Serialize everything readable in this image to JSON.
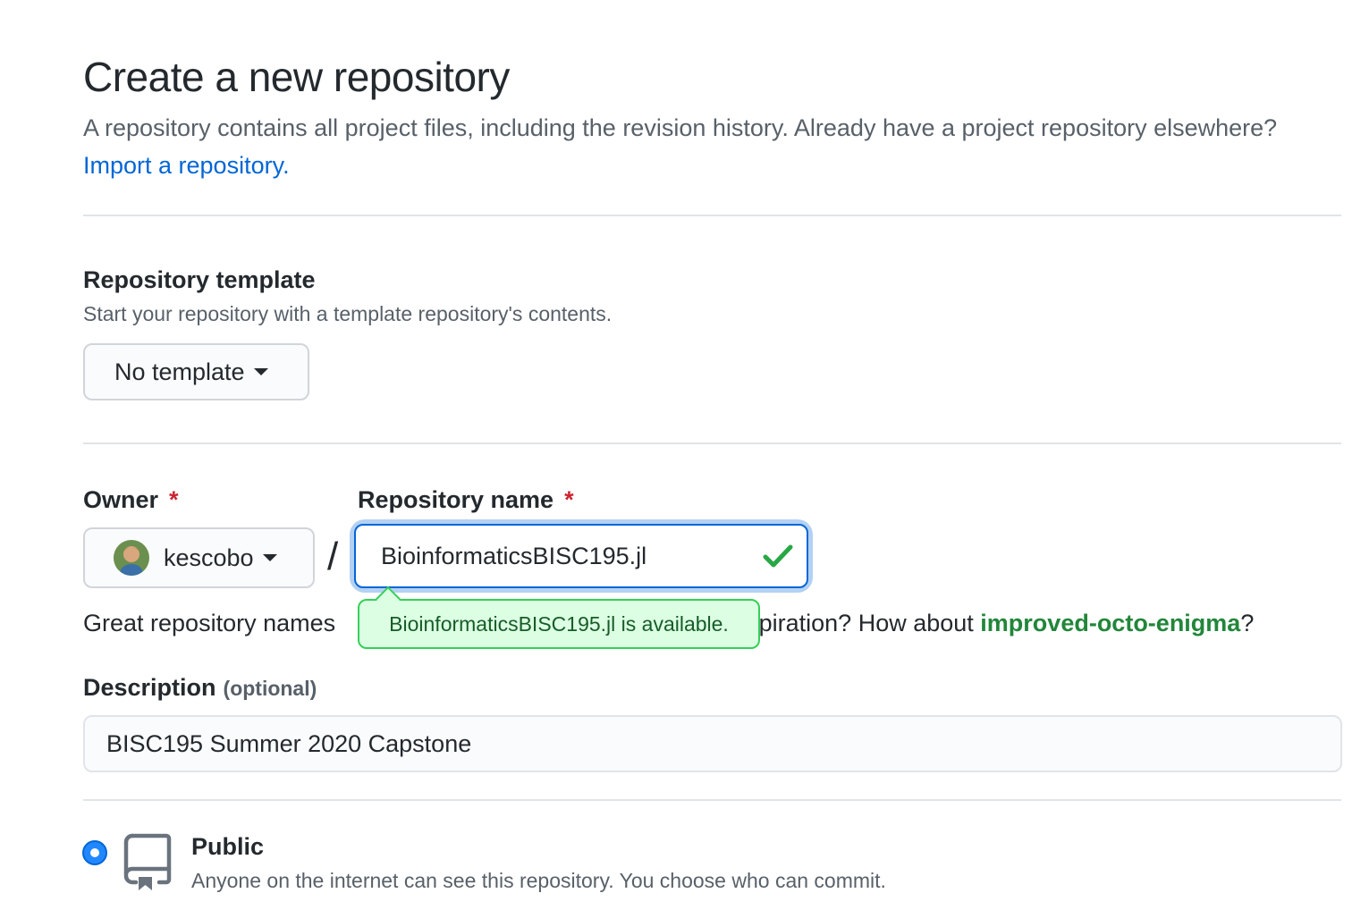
{
  "header": {
    "title": "Create a new repository",
    "intro_text": "A repository contains all project files, including the revision history. Already have a project repository elsewhere?",
    "import_link": "Import a repository."
  },
  "template": {
    "heading": "Repository template",
    "note": "Start your repository with a template repository's contents.",
    "button_label": "No template"
  },
  "owner": {
    "label": "Owner",
    "required_mark": "*",
    "selected": "kescobo"
  },
  "repo_name": {
    "label": "Repository name",
    "required_mark": "*",
    "value": "BioinformaticsBISC195.jl",
    "availability_tooltip": "BioinformaticsBISC195.jl is available."
  },
  "name_hint": {
    "prefix": "Great repository names",
    "suffix": "spiration? How about",
    "suggestion": "improved-octo-enigma",
    "end": "?"
  },
  "description": {
    "label": "Description",
    "optional": "(optional)",
    "value": "BISC195 Summer 2020 Capstone"
  },
  "visibility": {
    "public_title": "Public",
    "public_desc": "Anyone on the internet can see this repository. You choose who can commit.",
    "selected": "public"
  },
  "colors": {
    "link": "#0366d6",
    "success": "#22863a",
    "required": "#cb2431",
    "focus": "#0366d6"
  }
}
